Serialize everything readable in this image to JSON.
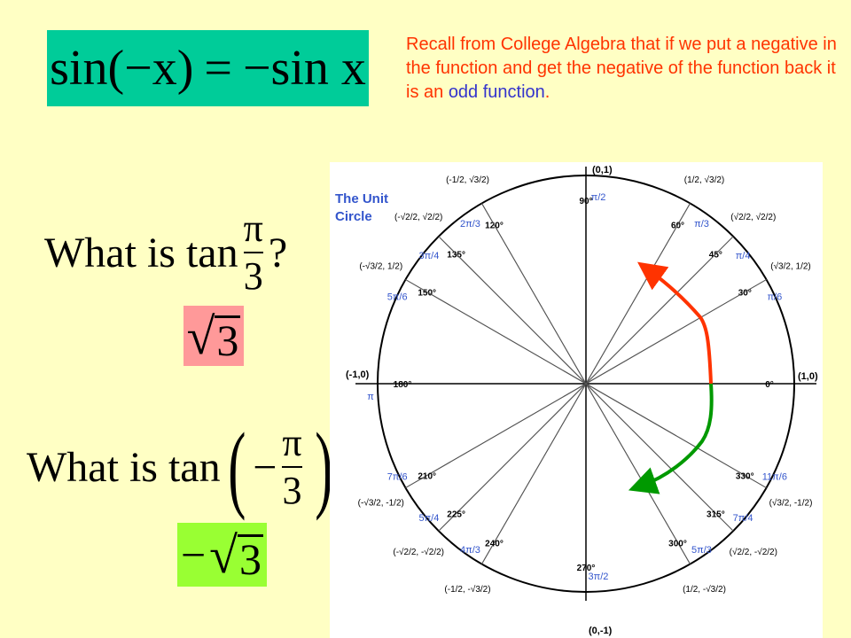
{
  "sin_identity": {
    "lhs": "sin(−x)",
    "eq": "=",
    "rhs": "−sin x"
  },
  "recall": {
    "text": "Recall from College Algebra that if we put a negative in the function and get the negative of the function back it is an",
    "highlight": "odd function",
    "period": "."
  },
  "question1": {
    "prefix": "What is tan",
    "num": "π",
    "den": "3",
    "suffix": "?"
  },
  "answer1": {
    "root": "3"
  },
  "question2": {
    "prefix": "What is tan",
    "sign": "−",
    "num": "π",
    "den": "3",
    "suffix": "?"
  },
  "answer2": {
    "sign": "−",
    "root": "3"
  },
  "unit_circle": {
    "title_line1": "The Unit",
    "title_line2": "Circle",
    "axis_points": {
      "top": "(0,1)",
      "bottom": "(0,-1)",
      "left": "(-1,0)",
      "right": "(1,0)"
    },
    "angles": [
      {
        "deg": "0",
        "rad": ""
      },
      {
        "deg": "30",
        "rad": "π/6",
        "coord": "(√3/2, 1/2)"
      },
      {
        "deg": "45",
        "rad": "π/4",
        "coord": "(√2/2, √2/2)"
      },
      {
        "deg": "60",
        "rad": "π/3",
        "coord": "(1/2, √3/2)"
      },
      {
        "deg": "90",
        "rad": "π/2"
      },
      {
        "deg": "120",
        "rad": "2π/3",
        "coord": "(-1/2, √3/2)"
      },
      {
        "deg": "135",
        "rad": "3π/4",
        "coord": "(-√2/2, √2/2)"
      },
      {
        "deg": "150",
        "rad": "5π/6",
        "coord": "(-√3/2, 1/2)"
      },
      {
        "deg": "180",
        "rad": "π"
      },
      {
        "deg": "210",
        "rad": "7π/6",
        "coord": "(-√3/2, -1/2)"
      },
      {
        "deg": "225",
        "rad": "5π/4",
        "coord": "(-√2/2, -√2/2)"
      },
      {
        "deg": "240",
        "rad": "4π/3",
        "coord": "(-1/2, -√3/2)"
      },
      {
        "deg": "270",
        "rad": "3π/2"
      },
      {
        "deg": "300",
        "rad": "5π/3",
        "coord": "(1/2, -√3/2)"
      },
      {
        "deg": "315",
        "rad": "7π/4",
        "coord": "(√2/2, -√2/2)"
      },
      {
        "deg": "330",
        "rad": "11π/6",
        "coord": "(√3/2, -1/2)"
      }
    ],
    "colors": {
      "radian": "#3355cc",
      "line": "#555555",
      "arrow_pos": "#ff3300",
      "arrow_neg": "#009900"
    }
  }
}
